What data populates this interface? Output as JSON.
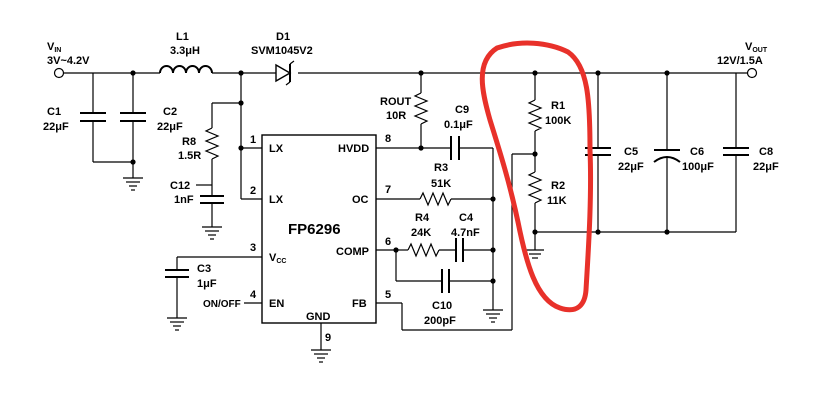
{
  "schematic": {
    "vin": {
      "symbol": "V",
      "sub": "IN",
      "range": "3V~4.2V"
    },
    "vout": {
      "symbol": "V",
      "sub": "OUT",
      "rating": "12V/1.5A"
    },
    "ic": {
      "part": "FP6296"
    },
    "pins": {
      "lx1": {
        "num": "1",
        "name": "LX"
      },
      "lx2": {
        "num": "2",
        "name": "LX"
      },
      "vcc": {
        "num": "3",
        "name": "V",
        "sub": "CC"
      },
      "en": {
        "num": "4",
        "name": "EN"
      },
      "fb": {
        "num": "5",
        "name": "FB"
      },
      "comp": {
        "num": "6",
        "name": "COMP"
      },
      "oc": {
        "num": "7",
        "name": "OC"
      },
      "hvdd": {
        "num": "8",
        "name": "HVDD"
      },
      "gnd": {
        "num": "9",
        "name": "GND"
      }
    },
    "components": {
      "L1": {
        "ref": "L1",
        "value": "3.3μH"
      },
      "D1": {
        "ref": "D1",
        "value": "SVM1045V2"
      },
      "C1": {
        "ref": "C1",
        "value": "22μF"
      },
      "C2": {
        "ref": "C2",
        "value": "22μF"
      },
      "R8": {
        "ref": "R8",
        "value": "1.5R"
      },
      "C12": {
        "ref": "C12",
        "value": "1nF"
      },
      "C3": {
        "ref": "C3",
        "value": "1μF"
      },
      "ROUT": {
        "ref": "ROUT",
        "value": "10R"
      },
      "C9": {
        "ref": "C9",
        "value": "0.1μF"
      },
      "R3": {
        "ref": "R3",
        "value": "51K"
      },
      "R4": {
        "ref": "R4",
        "value": "24K"
      },
      "C4": {
        "ref": "C4",
        "value": "4.7nF"
      },
      "C10": {
        "ref": "C10",
        "value": "200pF"
      },
      "R1": {
        "ref": "R1",
        "value": "100K"
      },
      "R2": {
        "ref": "R2",
        "value": "11K"
      },
      "C5": {
        "ref": "C5",
        "value": "22μF"
      },
      "C6": {
        "ref": "C6",
        "value": "100μF"
      },
      "C8": {
        "ref": "C8",
        "value": "22μF"
      }
    },
    "en_net": "ON/OFF",
    "highlight_color": "#e8312a"
  }
}
